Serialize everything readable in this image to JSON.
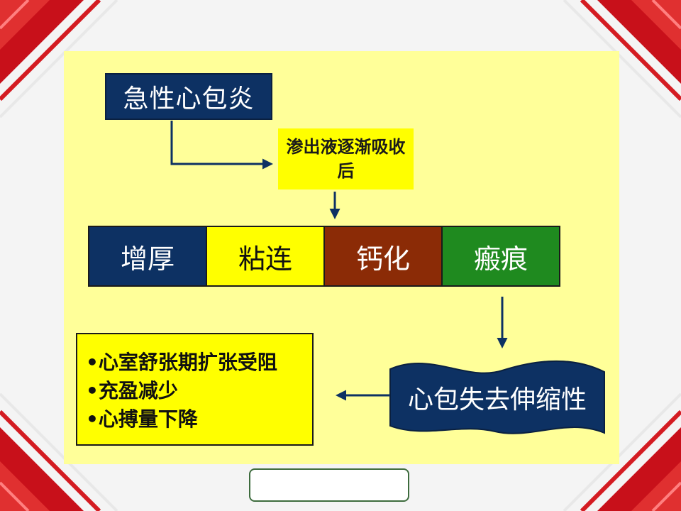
{
  "slide": {
    "title_box": "急性心包炎",
    "exudate_box": "渗出液逐渐吸收后",
    "stages": [
      "增厚",
      "粘连",
      "钙化",
      "瘢痕"
    ],
    "banner": "心包失去伸缩性",
    "effects": [
      "•心室舒张期扩张受阻",
      "•充盈减少",
      "•心搏量下降"
    ]
  },
  "colors": {
    "panel_bg": "#ffff99",
    "navy": "#0d3163",
    "yellow": "#ffff00",
    "brown": "#8b2b06",
    "green": "#1f8a1f",
    "arrow": "#0d3163"
  }
}
